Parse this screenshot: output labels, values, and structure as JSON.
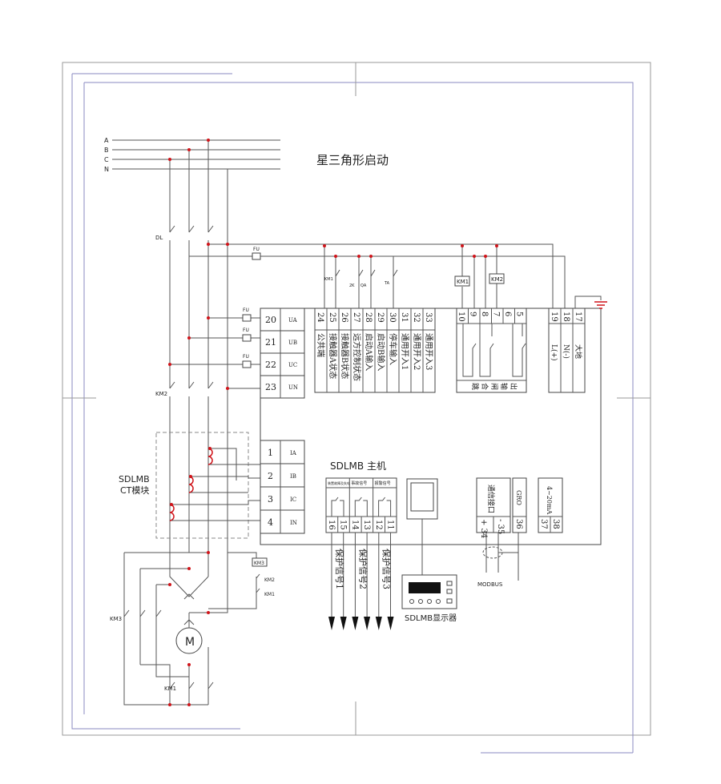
{
  "title": "星三角形启动",
  "phases": [
    "A",
    "B",
    "C",
    "N"
  ],
  "labels": {
    "dl": "DL",
    "km2": "KM2",
    "km3": "KM3",
    "km1": "KM1",
    "fu": "FU",
    "ct_module_line1": "SDLMB",
    "ct_module_line2": "CT模块",
    "host": "SDLMB 主机",
    "display": "SDLMB显示器",
    "modbus": "MODBUS",
    "motor": "M",
    "km3_box": "KM3",
    "km2_coil": "KM2",
    "km1_coil": "KM1",
    "sw_km1": "KM1",
    "sw_2k": "2K",
    "sw_qa": "QA",
    "sw_ta": "TA",
    "box_km1": "KM1",
    "box_km2": "KM2"
  },
  "voltage_terminals": [
    {
      "num": "20",
      "label": "UA"
    },
    {
      "num": "21",
      "label": "UB"
    },
    {
      "num": "22",
      "label": "UC"
    },
    {
      "num": "23",
      "label": "UN"
    }
  ],
  "current_terminals": [
    {
      "num": "1",
      "label": "IA"
    },
    {
      "num": "2",
      "label": "IB"
    },
    {
      "num": "3",
      "label": "IC"
    },
    {
      "num": "4",
      "label": "IN"
    }
  ],
  "input_terminals": [
    {
      "num": "24",
      "label": "公共端"
    },
    {
      "num": "25",
      "label": "接触器A状态"
    },
    {
      "num": "26",
      "label": "接触器B状态"
    },
    {
      "num": "27",
      "label": "远方控制状态"
    },
    {
      "num": "28",
      "label": "启动A输入"
    },
    {
      "num": "29",
      "label": "启动B输入"
    },
    {
      "num": "30",
      "label": "停车输入"
    },
    {
      "num": "31",
      "label": "通用开入1"
    },
    {
      "num": "32",
      "label": "通用开入2"
    },
    {
      "num": "33",
      "label": "通用开入3"
    }
  ],
  "output_terminals": {
    "nums": [
      "10",
      "9",
      "8",
      "7",
      "6",
      "5"
    ],
    "label": [
      "跳",
      "合",
      "闸",
      "输",
      "出"
    ]
  },
  "power_terminals": [
    {
      "num": "19",
      "label": "L(+)"
    },
    {
      "num": "18",
      "label": "N(-)"
    },
    {
      "num": "17",
      "label": "大地"
    }
  ],
  "signal_terminals": {
    "headers": [
      "装置故障及失电",
      "事故信号",
      "报警信号"
    ],
    "nums": [
      "16",
      "15",
      "14",
      "13",
      "12",
      "11"
    ],
    "outputs": [
      "保护信号1",
      "保护信号2",
      "保护信号3"
    ]
  },
  "comm_terminals": {
    "header": "通信接口",
    "nums": [
      "+ 34",
      "- 35"
    ],
    "gnd_header": "GRO",
    "gnd_num": "36",
    "analog_header": "4~20mA",
    "analog_nums": [
      "37",
      "38"
    ]
  }
}
